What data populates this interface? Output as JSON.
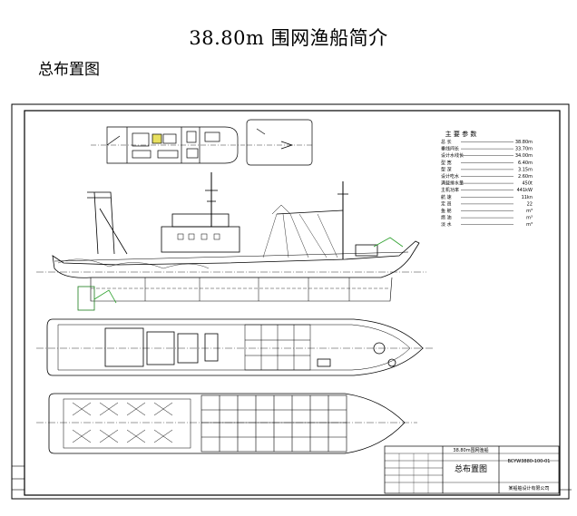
{
  "page": {
    "title": "38.80m 围网渔船简介",
    "subtitle": "总布置图"
  },
  "drawing": {
    "particulars_title": "主 要 参 数",
    "particulars": [
      {
        "label": "总 长",
        "value": "38.80m"
      },
      {
        "label": "垂线间长",
        "value": "33.70m"
      },
      {
        "label": "设计水线长",
        "value": "34.00m"
      },
      {
        "label": "型 宽",
        "value": "6.40m"
      },
      {
        "label": "型 深",
        "value": "3.15m"
      },
      {
        "label": "设计吃水",
        "value": "2.60m"
      },
      {
        "label": "满载排水量",
        "value": "450t"
      },
      {
        "label": "主机功率",
        "value": "441kW"
      },
      {
        "label": "航 速",
        "value": "11kn"
      },
      {
        "label": "定 员",
        "value": "22"
      },
      {
        "label": "鱼 舱",
        "value": "m³"
      },
      {
        "label": "燃 油",
        "value": "m³"
      },
      {
        "label": "淡 水",
        "value": "m³"
      }
    ],
    "title_block": {
      "project": "38.80m围网渔船",
      "drawing_name": "总布置图",
      "drawing_no": "BCYW3880-100-01",
      "company": "某船舶设计有限公司"
    }
  }
}
